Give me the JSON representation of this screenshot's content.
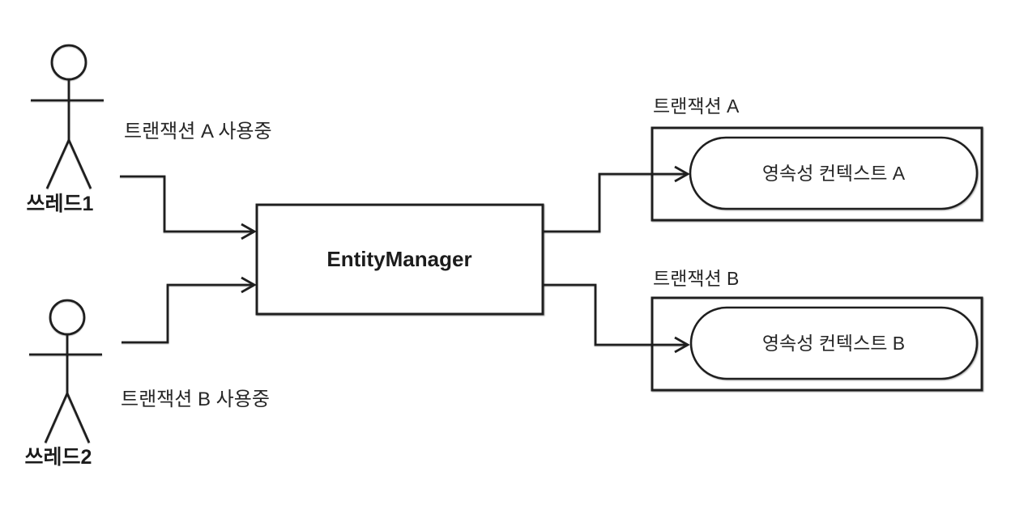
{
  "colors": {
    "background": "#ffffff",
    "line": "#1f1f1f",
    "text": "#262626"
  },
  "actors": [
    {
      "label": "쓰레드1",
      "note": "트랜잭션 A 사용중"
    },
    {
      "label": "쓰레드2",
      "note": "트랜잭션 B 사용중"
    }
  ],
  "entity_manager": {
    "label": "EntityManager"
  },
  "transactions": [
    {
      "title": "트랜잭션 A",
      "context": "영속성 컨텍스트 A"
    },
    {
      "title": "트랜잭션 B",
      "context": "영속성 컨텍스트 B"
    }
  ]
}
